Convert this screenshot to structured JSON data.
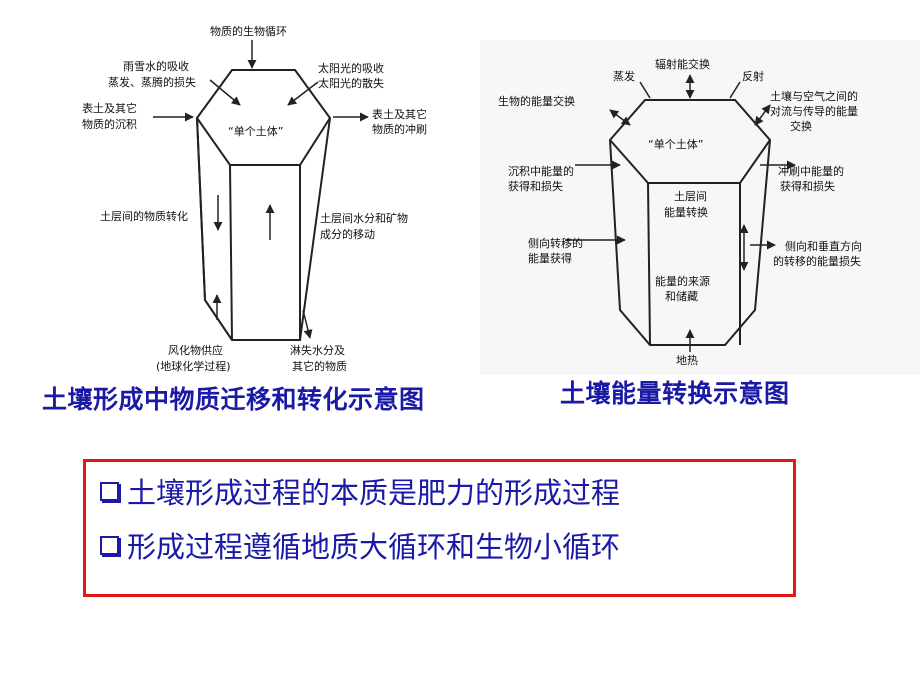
{
  "left_diagram": {
    "caption": "土壤形成中物质迁移和转化示意图",
    "center_label": "“单个土体”",
    "labels": {
      "top": "物质的生物循环",
      "top_left": [
        "雨雪水的吸收",
        "蒸发、蒸腾的损失"
      ],
      "top_right": [
        "太阳光的吸收",
        "太阳光的散失"
      ],
      "left_upper": [
        "表土及其它",
        "物质的沉积"
      ],
      "right_upper": [
        "表土及其它",
        "物质的冲刷"
      ],
      "left_mid": "土层间的物质转化",
      "right_mid": [
        "土层间水分和矿物",
        "成分的移动"
      ],
      "bottom_left": [
        "风化物供应",
        "(地球化学过程)"
      ],
      "bottom_right": [
        "淋失水分及",
        "其它的物质"
      ]
    }
  },
  "right_diagram": {
    "caption": "土壤能量转换示意图",
    "center_label": "“单个土体”",
    "inner_top": [
      "土层间",
      "能量转换"
    ],
    "inner_mid": [
      "能量的来源",
      "和储藏"
    ],
    "labels": {
      "top": "辐射能交换",
      "top_left": "蒸发",
      "top_right": "反射",
      "left_top": "生物的能量交换",
      "right_top": [
        "土壤与空气之间的",
        "对流与传导的能量",
        "交换"
      ],
      "left_mid": [
        "沉积中能量的",
        "获得和损失"
      ],
      "right_mid": [
        "冲刷中能量的",
        "获得和损失"
      ],
      "left_low": [
        "侧向转移的",
        "能量获得"
      ],
      "right_low": [
        "侧向和垂直方向",
        "的转移的能量损失"
      ],
      "bottom": "地热"
    }
  },
  "bullets": [
    "土壤形成过程的本质是肥力的形成过程",
    "形成过程遵循地质大循环和生物小循环"
  ],
  "colors": {
    "caption": "#1a1aa6",
    "bullet": "#1a1aa6",
    "box_border": "#e01818"
  }
}
